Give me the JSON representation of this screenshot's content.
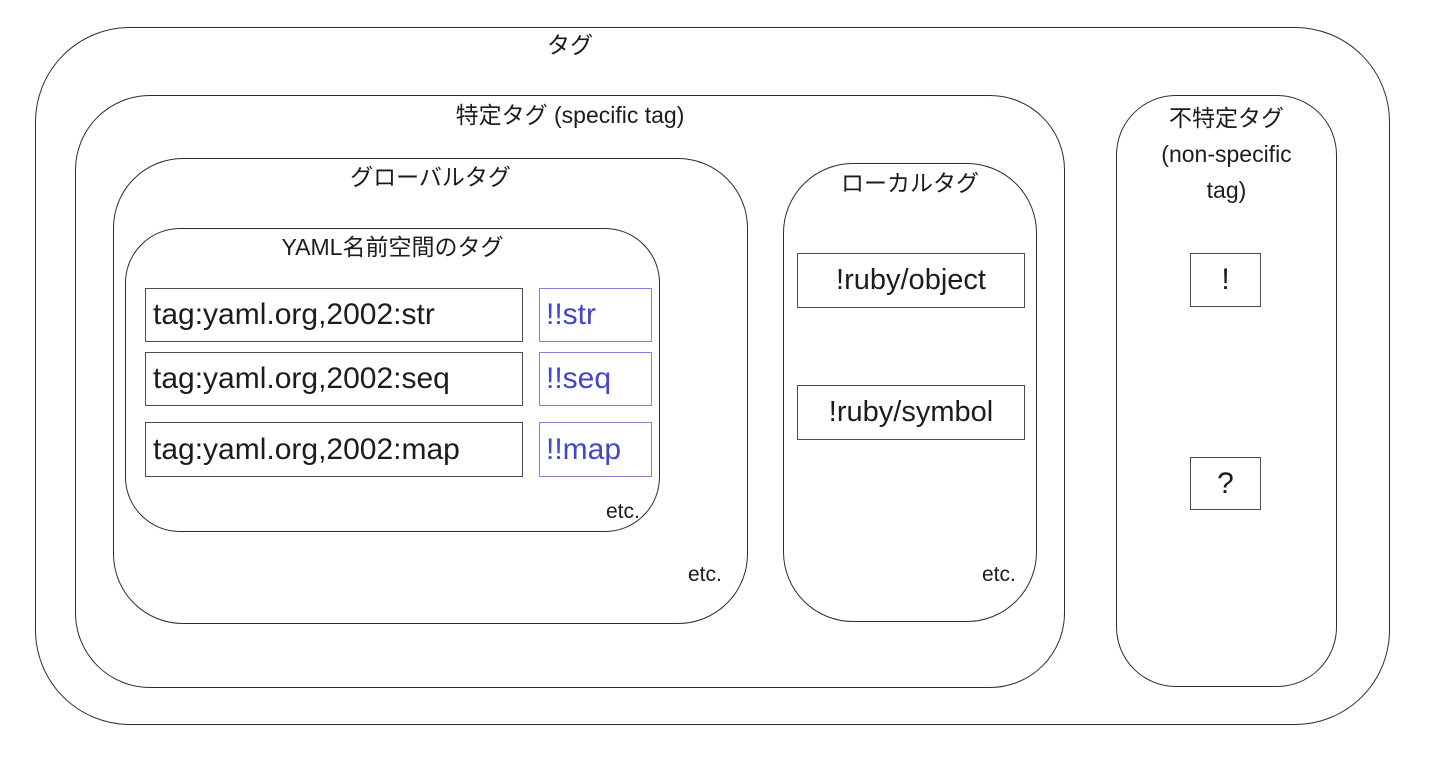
{
  "diagram": {
    "outer": {
      "label": "タグ"
    },
    "specific": {
      "label": "特定タグ (specific tag)"
    },
    "global": {
      "label": "グローバルタグ",
      "etc": "etc."
    },
    "yaml_namespace": {
      "label": "YAML名前空間のタグ",
      "etc": "etc.",
      "rows": [
        {
          "uri": "tag:yaml.org,2002:str",
          "shorthand": "!!str"
        },
        {
          "uri": "tag:yaml.org,2002:seq",
          "shorthand": "!!seq"
        },
        {
          "uri": "tag:yaml.org,2002:map",
          "shorthand": "!!map"
        }
      ]
    },
    "local": {
      "label": "ローカルタグ",
      "etc": "etc.",
      "items": [
        "!ruby/object",
        "!ruby/symbol"
      ]
    },
    "non_specific": {
      "label_line1": "不特定タグ",
      "label_line2": "(non-specific",
      "label_line3": "tag)",
      "items": [
        "!",
        "?"
      ]
    },
    "colors": {
      "line": "#2e2e2e",
      "box_border": "#4d4d4d",
      "text": "#1c1c1c",
      "accent_blue_text": "#4247c5",
      "accent_blue_border": "#8185da",
      "background": "#ffffff"
    }
  }
}
